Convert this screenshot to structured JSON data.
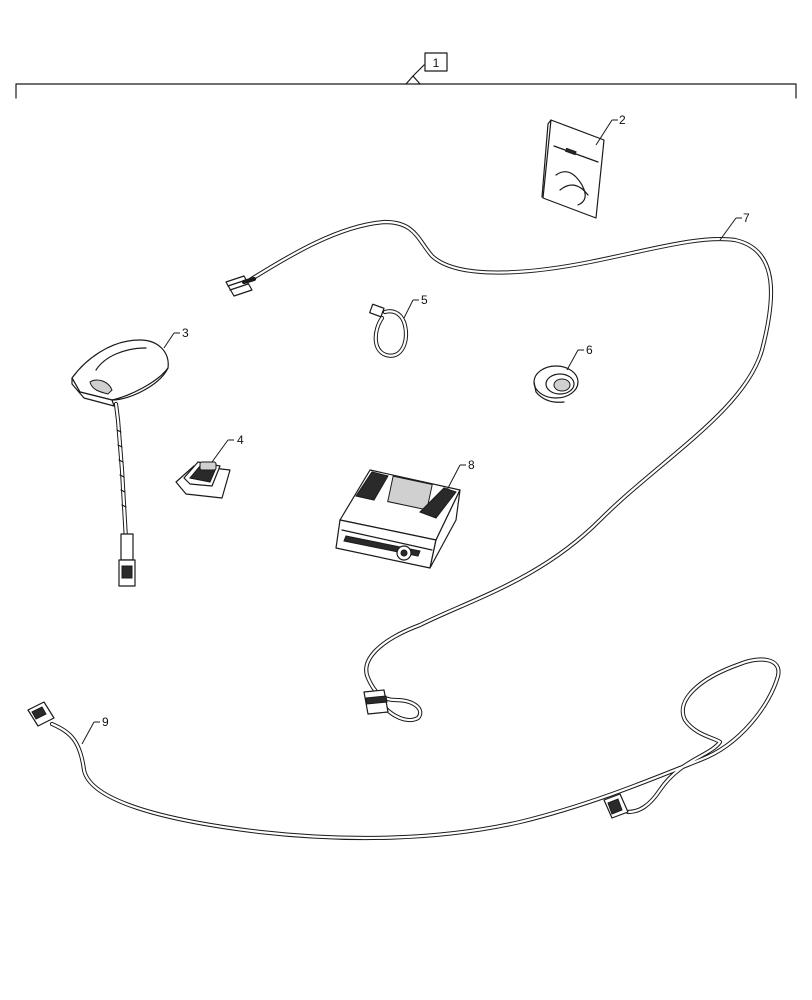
{
  "assembly": {
    "callout": "1"
  },
  "parts": [
    {
      "callout": "2",
      "name": "manual"
    },
    {
      "callout": "3",
      "name": "antenna"
    },
    {
      "callout": "4",
      "name": "switch"
    },
    {
      "callout": "5",
      "name": "cable-tie"
    },
    {
      "callout": "6",
      "name": "grommet"
    },
    {
      "callout": "7",
      "name": "harness"
    },
    {
      "callout": "8",
      "name": "radio"
    },
    {
      "callout": "9",
      "name": "harness"
    }
  ]
}
